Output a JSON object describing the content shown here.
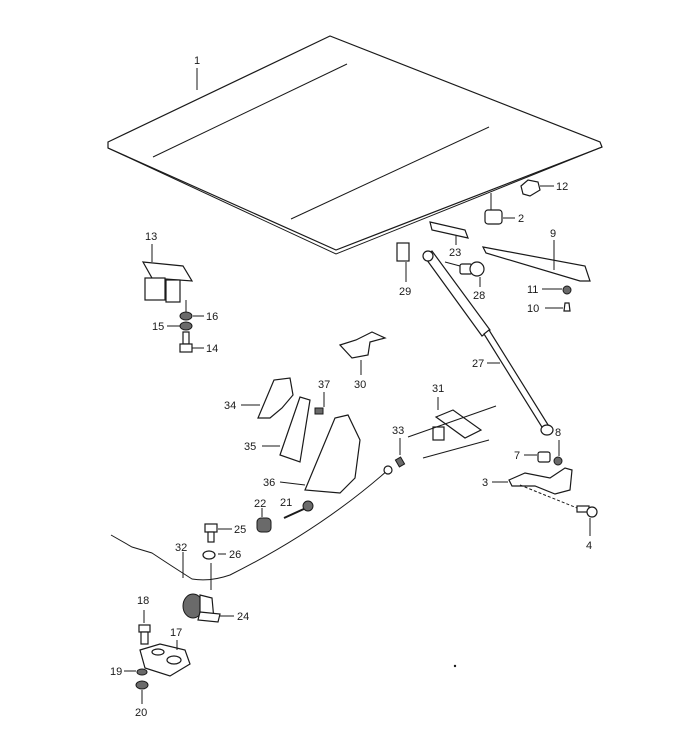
{
  "diagram": {
    "type": "exploded-parts-diagram",
    "colors": {
      "line": "#1a1a1a",
      "background": "#ffffff"
    },
    "callouts": {
      "p1": "1",
      "p2": "2",
      "p3": "3",
      "p4": "4",
      "p7": "7",
      "p8": "8",
      "p9": "9",
      "p10": "10",
      "p11": "11",
      "p12": "12",
      "p13": "13",
      "p14": "14",
      "p15": "15",
      "p16": "16",
      "p17": "17",
      "p18": "18",
      "p19": "19",
      "p20": "20",
      "p21": "21",
      "p22": "22",
      "p23": "23",
      "p24": "24",
      "p25": "25",
      "p26": "26",
      "p27": "27",
      "p28": "28",
      "p29": "29",
      "p30": "30",
      "p31": "31",
      "p32": "32",
      "p33": "33",
      "p34": "34",
      "p35": "35",
      "p36": "36",
      "p37": "37"
    }
  }
}
